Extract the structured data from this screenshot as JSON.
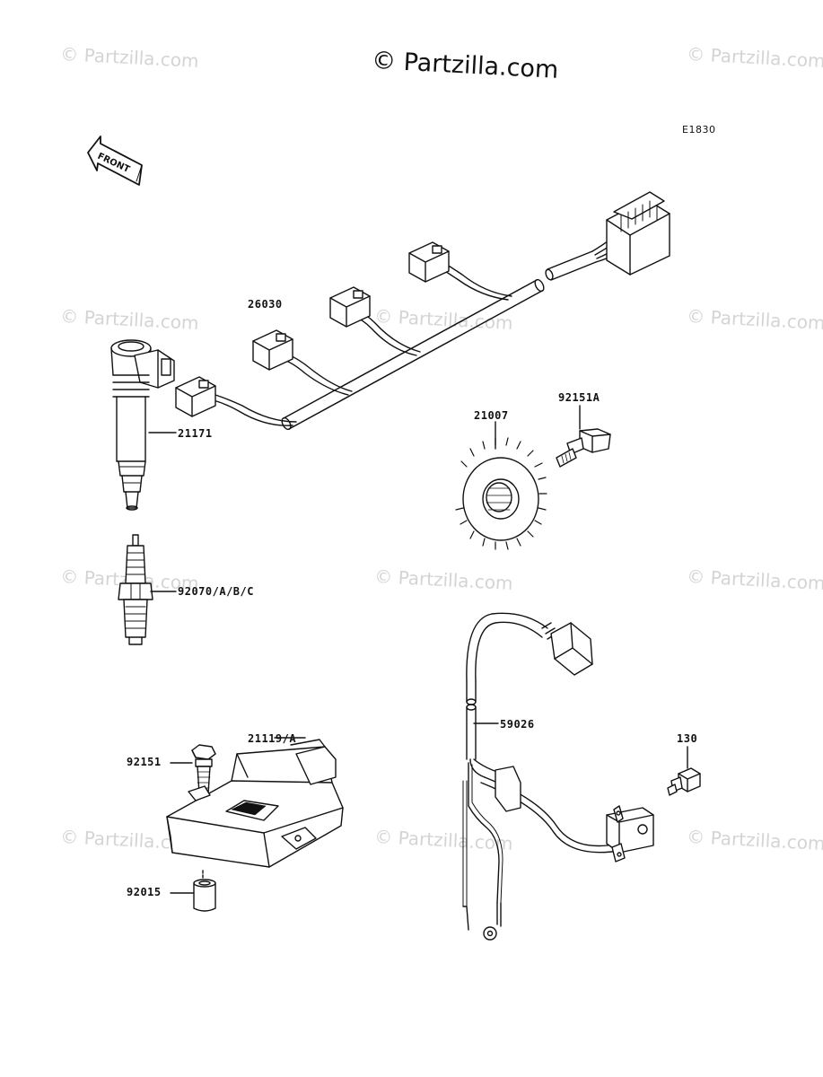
{
  "header": {
    "copyright": "© Partzilla.com",
    "diagram_code": "E1830"
  },
  "watermark": {
    "text": "© Partzilla.com",
    "color": "#d4d4d4"
  },
  "front_arrow": {
    "label": "FRONT"
  },
  "parts": [
    {
      "id": "26030",
      "label": "26030"
    },
    {
      "id": "21171",
      "label": "21171"
    },
    {
      "id": "92070",
      "label": "92070/A/B/C"
    },
    {
      "id": "21007",
      "label": "21007"
    },
    {
      "id": "92151A",
      "label": "92151A"
    },
    {
      "id": "92151",
      "label": "92151"
    },
    {
      "id": "21119",
      "label": "21119/A"
    },
    {
      "id": "59026",
      "label": "59026"
    },
    {
      "id": "130",
      "label": "130"
    },
    {
      "id": "92015",
      "label": "92015"
    }
  ]
}
